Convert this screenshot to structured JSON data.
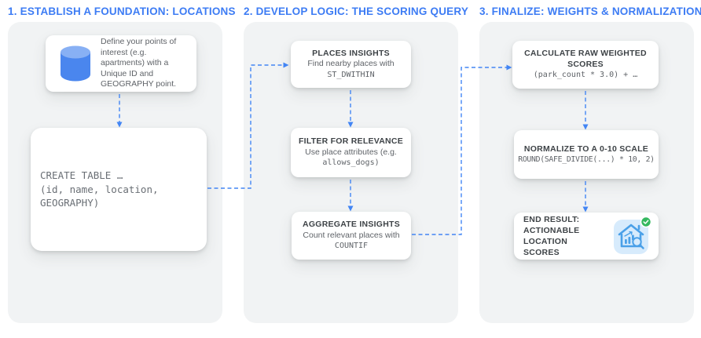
{
  "headers": {
    "col1": "1. ESTABLISH A FOUNDATION: LOCATIONS",
    "col2": "2. DEVELOP LOGIC: THE SCORING QUERY",
    "col3": "3. FINALIZE: WEIGHTS & NORMALIZATION"
  },
  "col1": {
    "define": {
      "text": "Define your points of\ninterest (e.g.\napartments) with a\nUnique ID and\nGEOGRAPHY point."
    },
    "create_table": {
      "code": "CREATE TABLE …\n(id, name, location,\nGEOGRAPHY)"
    }
  },
  "col2": {
    "places": {
      "title": "PLACES INSIGHTS",
      "body": "Find nearby places with",
      "code": "ST_DWITHIN"
    },
    "filter": {
      "title": "FILTER FOR RELEVANCE",
      "body": "Use place attributes (e.g.",
      "code": "allows_dogs)"
    },
    "aggregate": {
      "title": "AGGREGATE INSIGHTS",
      "body": "Count relevant places with",
      "code": "COUNTIF"
    }
  },
  "col3": {
    "calculate": {
      "title": "CALCULATE RAW WEIGHTED\nSCORES",
      "code": "(park_count * 3.0) + …"
    },
    "normalize": {
      "title": "NORMALIZE TO A 0-10 SCALE",
      "code": "ROUND(SAFE_DIVIDE(...) * 10, 2)"
    },
    "end_result": {
      "title": "END RESULT:\nACTIONABLE LOCATION\nSCORES"
    }
  },
  "icons": {
    "database": "database-cylinder-icon",
    "end_result": "house-analytics-magnifier-icon",
    "badge": "green-check-badge-icon",
    "connectors": "dashed-arrow-lines"
  },
  "colors": {
    "header_blue": "#3d7cf4",
    "arrow_blue": "#4285f4",
    "panel_gray": "#f1f3f4",
    "title_gray": "#3e4347",
    "body_gray": "#5f6368",
    "cylinder_blue": "#4a86ee",
    "cylinder_light_blue": "#88b0f4",
    "icon_bg_blue": "#d7ebfc",
    "icon_house_blue": "#4aa0e8",
    "badge_green": "#34b85f",
    "card_white": "#ffffff"
  }
}
